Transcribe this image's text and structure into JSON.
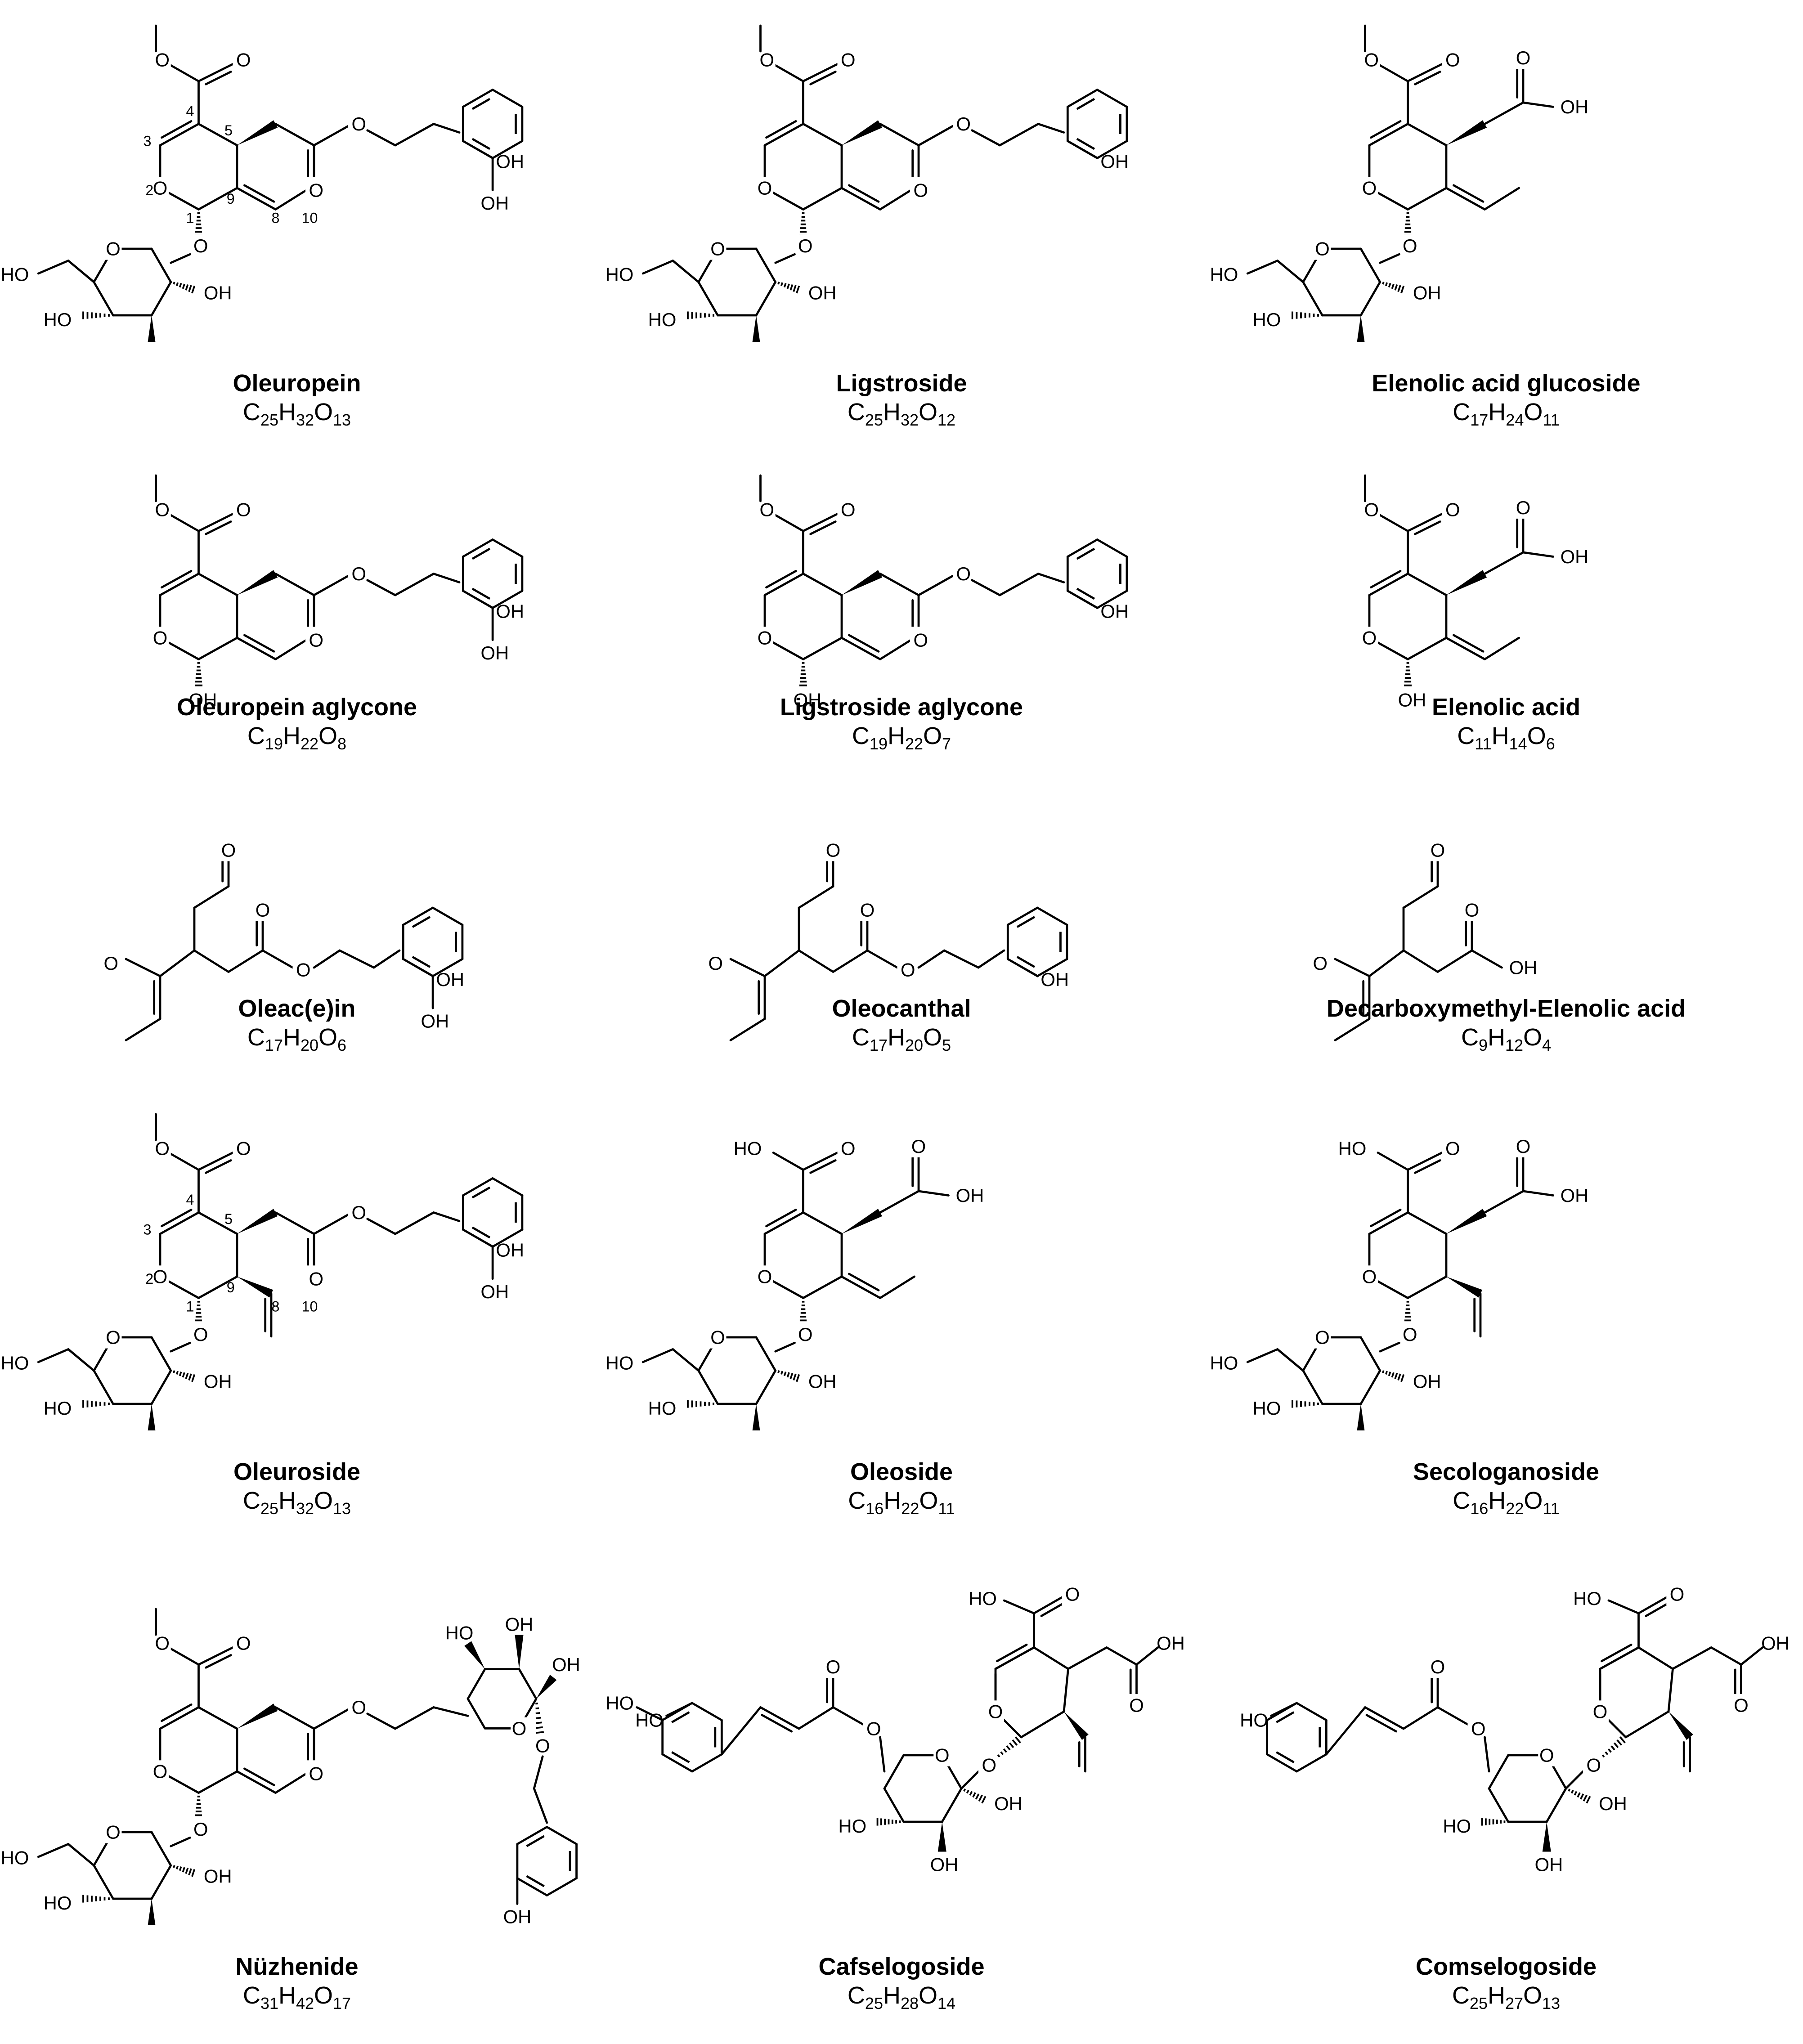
{
  "compounds": [
    {
      "name": "Oleuropein",
      "formula": [
        [
          "C",
          "25"
        ],
        [
          "H",
          "32"
        ],
        [
          "O",
          "13"
        ]
      ]
    },
    {
      "name": "Ligstroside",
      "formula": [
        [
          "C",
          "25"
        ],
        [
          "H",
          "32"
        ],
        [
          "O",
          "12"
        ]
      ]
    },
    {
      "name": "Elenolic acid glucoside",
      "formula": [
        [
          "C",
          "17"
        ],
        [
          "H",
          "24"
        ],
        [
          "O",
          "11"
        ]
      ]
    },
    {
      "name": "Oleuropein aglycone",
      "formula": [
        [
          "C",
          "19"
        ],
        [
          "H",
          "22"
        ],
        [
          "O",
          "8"
        ]
      ]
    },
    {
      "name": "Ligstroside aglycone",
      "formula": [
        [
          "C",
          "19"
        ],
        [
          "H",
          "22"
        ],
        [
          "O",
          "7"
        ]
      ]
    },
    {
      "name": "Elenolic acid",
      "formula": [
        [
          "C",
          "11"
        ],
        [
          "H",
          "14"
        ],
        [
          "O",
          "6"
        ]
      ]
    },
    {
      "name": "Oleac(e)in",
      "formula": [
        [
          "C",
          "17"
        ],
        [
          "H",
          "20"
        ],
        [
          "O",
          "6"
        ]
      ]
    },
    {
      "name": "Oleocanthal",
      "formula": [
        [
          "C",
          "17"
        ],
        [
          "H",
          "20"
        ],
        [
          "O",
          "5"
        ]
      ]
    },
    {
      "name": "Decarboxymethyl-Elenolic  acid",
      "formula": [
        [
          "C",
          "9"
        ],
        [
          "H",
          "12"
        ],
        [
          "O",
          "4"
        ]
      ]
    },
    {
      "name": "Oleuroside",
      "formula": [
        [
          "C",
          "25"
        ],
        [
          "H",
          "32"
        ],
        [
          "O",
          "13"
        ]
      ]
    },
    {
      "name": "Oleoside",
      "formula": [
        [
          "C",
          "16"
        ],
        [
          "H",
          "22"
        ],
        [
          "O",
          "11"
        ]
      ]
    },
    {
      "name": "Secologanoside",
      "formula": [
        [
          "C",
          "16"
        ],
        [
          "H",
          "22"
        ],
        [
          "O",
          "11"
        ]
      ]
    },
    {
      "name": "Nüzhenide",
      "formula": [
        [
          "C",
          "31"
        ],
        [
          "H",
          "42"
        ],
        [
          "O",
          "17"
        ]
      ]
    },
    {
      "name": "Cafselogoside",
      "formula": [
        [
          "C",
          "25"
        ],
        [
          "H",
          "28"
        ],
        [
          "O",
          "14"
        ]
      ]
    },
    {
      "name": "Comselogoside",
      "formula": [
        [
          "C",
          "25"
        ],
        [
          "H",
          "27"
        ],
        [
          "O",
          "13"
        ]
      ]
    }
  ],
  "atom_labels": {
    "hydroxyl": "OH",
    "hydroxyl_left": "HO",
    "oxygen": "O"
  },
  "atom_numbers": {
    "c1": "1",
    "o2": "2",
    "c3": "3",
    "c4": "4",
    "c5": "5",
    "c8": "8",
    "c9": "9",
    "c10": "10"
  }
}
